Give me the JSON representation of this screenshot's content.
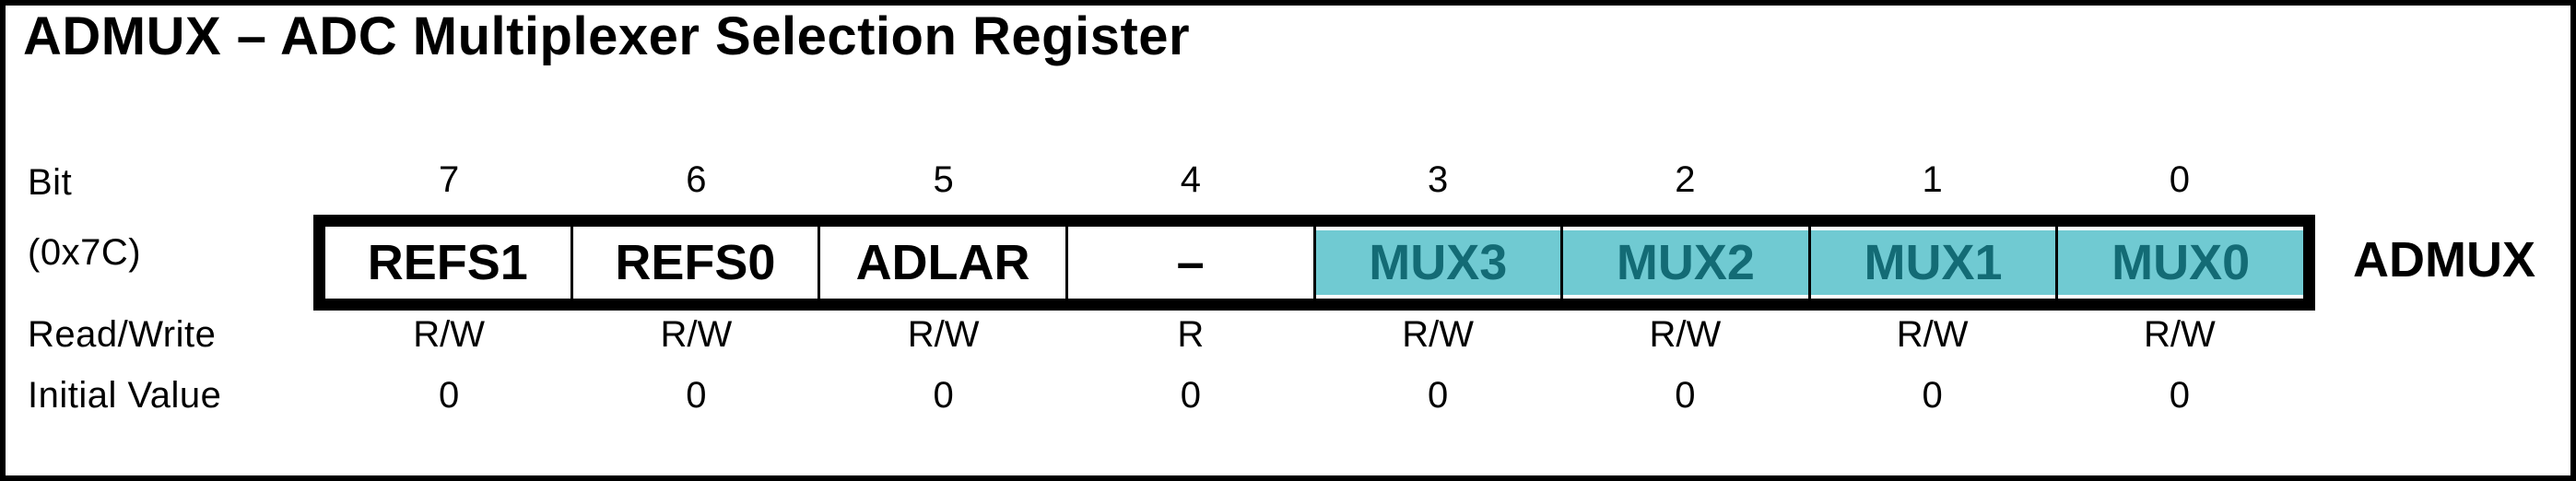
{
  "colors": {
    "background": "#FFFFFF",
    "border": "#000000",
    "text": "#000000",
    "highlight_fill": "#70CAD2",
    "highlight_text": "#136B75"
  },
  "header": {
    "title": "ADMUX – ADC Multiplexer Selection Register"
  },
  "register": {
    "name": "ADMUX",
    "address": "(0x7C)",
    "bit_label": "Bit",
    "read_write_label": "Read/Write",
    "initial_value_label": "Initial Value",
    "bits": [
      {
        "bit": "7",
        "name": "REFS1",
        "read_write": "R/W",
        "initial_value": "0",
        "highlighted": false
      },
      {
        "bit": "6",
        "name": "REFS0",
        "read_write": "R/W",
        "initial_value": "0",
        "highlighted": false
      },
      {
        "bit": "5",
        "name": "ADLAR",
        "read_write": "R/W",
        "initial_value": "0",
        "highlighted": false
      },
      {
        "bit": "4",
        "name": "–",
        "read_write": "R",
        "initial_value": "0",
        "highlighted": false
      },
      {
        "bit": "3",
        "name": "MUX3",
        "read_write": "R/W",
        "initial_value": "0",
        "highlighted": true
      },
      {
        "bit": "2",
        "name": "MUX2",
        "read_write": "R/W",
        "initial_value": "0",
        "highlighted": true
      },
      {
        "bit": "1",
        "name": "MUX1",
        "read_write": "R/W",
        "initial_value": "0",
        "highlighted": true
      },
      {
        "bit": "0",
        "name": "MUX0",
        "read_write": "R/W",
        "initial_value": "0",
        "highlighted": true
      }
    ]
  }
}
